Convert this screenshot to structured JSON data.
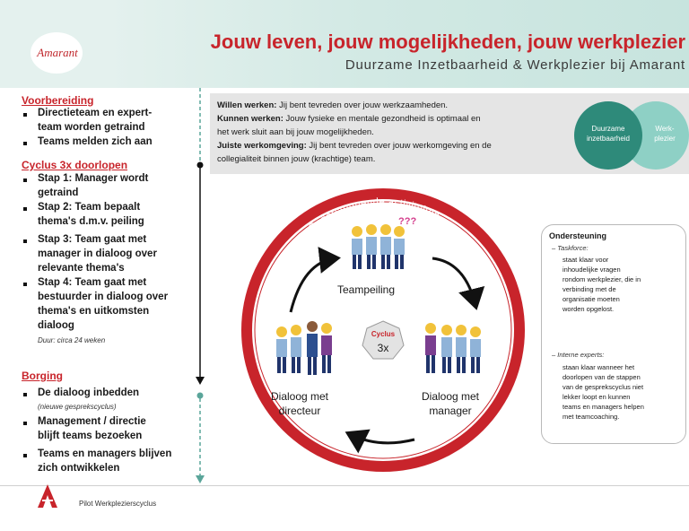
{
  "header": {
    "logo_text": "Amarant",
    "title": "Jouw leven, jouw mogelijkheden, jouw werkplezier",
    "subtitle": "Duurzame Inzetbaarheid & Werkplezier bij Amarant"
  },
  "left": {
    "voorbereiding": {
      "heading": "Voorbereiding",
      "items": [
        {
          "l1": "Directieteam  en  expert-",
          "l2": "team  worden getraind"
        },
        {
          "l1": "Teams melden zich aan"
        }
      ]
    },
    "cyclus": {
      "heading": "Cyclus 3x doorlopen",
      "steps": [
        {
          "step": "Stap 1:",
          "l1": " Manager wordt",
          "l2": "getraind"
        },
        {
          "step": "Stap 2:",
          "l1": " Team bepaalt",
          "l2": "thema's d.m.v. peiling"
        },
        {
          "step": "Stap 3:",
          "l1": " Team gaat met",
          "l2": "manager  in dialoog over",
          "l3": "relevante thema's"
        },
        {
          "step": "Stap 4:",
          "l1": " Team gaat met",
          "l2": "bestuurder in dialoog over",
          "l3": "thema's en uitkomsten",
          "l4": "dialoog"
        }
      ],
      "duration": "Duur: circa 24 weken"
    },
    "borging": {
      "heading": "Borging",
      "item1_l1": "De dialoog inbedden",
      "item1_note": "(nieuwe gesprekscyclus)",
      "item2_l1": "Management  /  directie",
      "item2_l2": "blijft teams bezoeken",
      "item3_l1": "Teams en managers blijven",
      "item3_l2": "zich ontwikkelen"
    }
  },
  "info": {
    "line1_b": "Willen werken:",
    "line1": " Jij bent tevreden over jouw werkzaamheden.",
    "line2_b": "Kunnen werken:",
    "line2": " Jouw fysieke en mentale gezondheid is optimaal en",
    "line3": "het werk sluit aan bij jouw mogelijkheden.",
    "line4_b": "Juiste werkomgeving:",
    "line4": " Jij bent tevreden over jouw werkomgeving en de",
    "line5": "collegialiteit binnen jouw (krachtige) team."
  },
  "circles": {
    "a_l1": "Duurzame",
    "a_l2": "inzetbaarheid",
    "b_l1": "Werk-",
    "b_l2": "plezier"
  },
  "cycle": {
    "ring_label": "Ondersteunende activiteiten",
    "top": "Teampeiling",
    "right_l1": "Dialoog met",
    "right_l2": "manager",
    "left_l1": "Dialoog met",
    "left_l2": "directeur",
    "center_word": "Cyclus",
    "center_count": "3x",
    "question_marks": "???"
  },
  "steun": {
    "title": "Ondersteuning",
    "sub1": "Taskforce:",
    "t1": [
      "staat klaar voor",
      "inhoudelijke vragen",
      "rondom werkplezier, die in",
      "verbinding met de",
      "organisatie moeten",
      "worden opgelost."
    ],
    "sub2": "Interne experts:",
    "t2": [
      "staan klaar wanneer het",
      "doorlopen van de stappen",
      "van de gesprekscyclus niet",
      "lekker loopt en kunnen",
      "teams en managers helpen",
      "met teamcoaching."
    ]
  },
  "footer": {
    "text": "Pilot Werkplezierscyclus"
  },
  "colors": {
    "brand_red": "#c8242b",
    "teal_dark": "#2e8a7a",
    "teal_light": "#8ed0c5"
  }
}
